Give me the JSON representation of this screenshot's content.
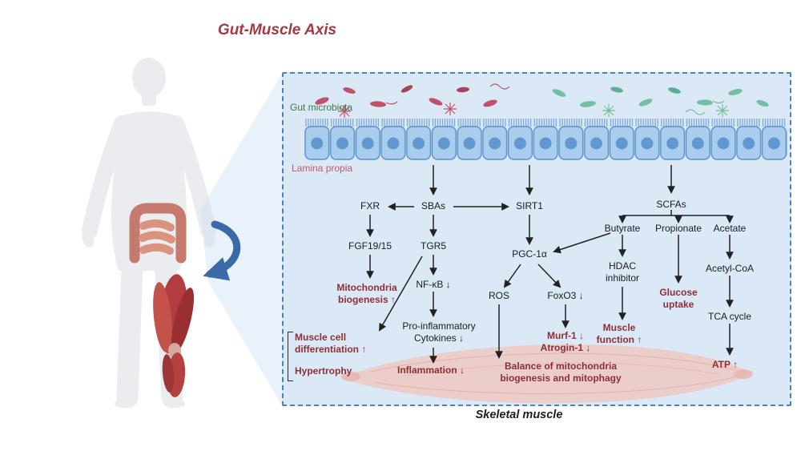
{
  "title": "Gut-Muscle Axis",
  "panel": {
    "gut_microbiota": "Gut microbiota",
    "lamina_propia": "Lamina propia",
    "skeletal_muscle": "Skeletal muscle"
  },
  "nodes": {
    "fxr": "FXR",
    "sbas": "SBAs",
    "sirt1": "SIRT1",
    "scfas": "SCFAs",
    "fgf19_15": "FGF19/15",
    "tgr5": "TGR5",
    "pgc1a": "PGC-1α",
    "nfkb": "NF-κB ↓",
    "mitochondria_biogenesis": "Mitochondria biogenesis ↑",
    "pro_inflammatory_cytokines": "Pro-inflammatory Cytokines ↓",
    "inflammation": "Inflammation ↓",
    "muscle_cell_differentiation": "Muscle cell differentiation ↑",
    "hypertrophy": "Hypertrophy",
    "ros": "ROS",
    "foxo3": "FoxO3 ↓",
    "murf1": "Murf-1 ↓",
    "atrogin1": "Atrogin-1 ↓",
    "balance": "Balance of mitochondria biogenesis and mitophagy",
    "butyrate": "Butyrate",
    "propionate": "Propionate",
    "acetate": "Acetate",
    "hdac_inhibitor": "HDAC inhibitor",
    "muscle_function": "Muscle function ↑",
    "glucose_uptake": "Glucose uptake",
    "acetyl_coa": "Acetyl-CoA",
    "tca_cycle": "TCA cycle",
    "atp": "ATP ↑"
  },
  "colors": {
    "title_red": "#a23a44",
    "emphasis_red": "#8e2f36",
    "microbiota_green": "#41794d",
    "lamina_pink": "#c05a6a",
    "panel_fill": "#dbe8f6",
    "panel_border": "#4d80b8",
    "epithelium_blue": "#a9cdec",
    "muscle_pink": "#efc6c0",
    "bacteria_red": "#bf5268",
    "bacteria_green": "#72c0a1",
    "body_arrow_blue": "#3a6ba6"
  }
}
